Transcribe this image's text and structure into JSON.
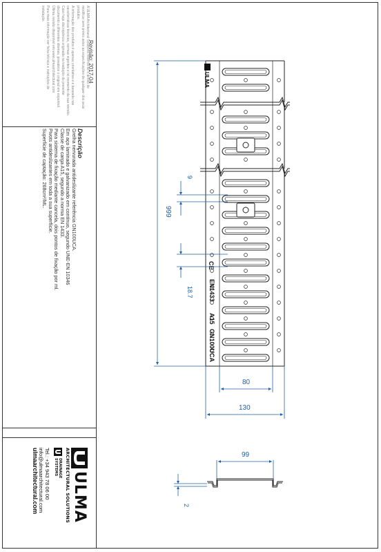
{
  "revision": "Revisão: 2017-04",
  "notes": [
    "A ULMA Architectural Solutions reserva-se o direito de",
    "modificar sem prévio aviso as especificações de qualquer dos seus",
    "produtos.",
    "A informação dos produtos é apenas orientativa e é baseada nas",
    "características técnicas, normas vigentes e no momento da sua revisão.",
    "Caso haja discrepância originada na tradução do presente",
    "documento a diferentes idiomas, prevalece o original em espanhol.",
    "Última revisão disponível em www.ulmaarchitectural.com",
    "Para mais informação ver ficha técnica e instruções de",
    "instalação."
  ],
  "description": {
    "title": "Descrição",
    "lines": [
      "Grelha nervurada antideslizante referência GN100UCA.",
      "Em aço laminado e galvanizado em contínuo, segundo UNE-EN 10346",
      "Classe de carga A15, segundo a norma EN 1433.",
      "Para sistema de fixação mediante cancela, dois pontos de fixação por ml.",
      "Pivots antideslizantes em toda a sua superfície.",
      "Superfície de captação: 268cm²/ML."
    ]
  },
  "brand": {
    "name": "ULMA",
    "tagline": "ARCHITECTURAL SOLUTIONS",
    "sub1": "DRAINAGE",
    "sub2": "SYSTEMS",
    "phone": "Tel.: +34 943 78 06 00",
    "email": "info@ulmaarchitectural.com",
    "web": "ulmaarchitectural.com"
  },
  "drawing": {
    "plate_logo": "ULMA",
    "marks": [
      "EN1433",
      "A15",
      "GN100UCA"
    ],
    "dims": {
      "length": "999",
      "slot_gap": "9",
      "pitch": "18.7",
      "inner_width": "80",
      "outer_width": "130",
      "section_width": "99",
      "thickness": "2"
    }
  },
  "colors": {
    "dimension": "#1f5fa8",
    "line": "#222222"
  }
}
